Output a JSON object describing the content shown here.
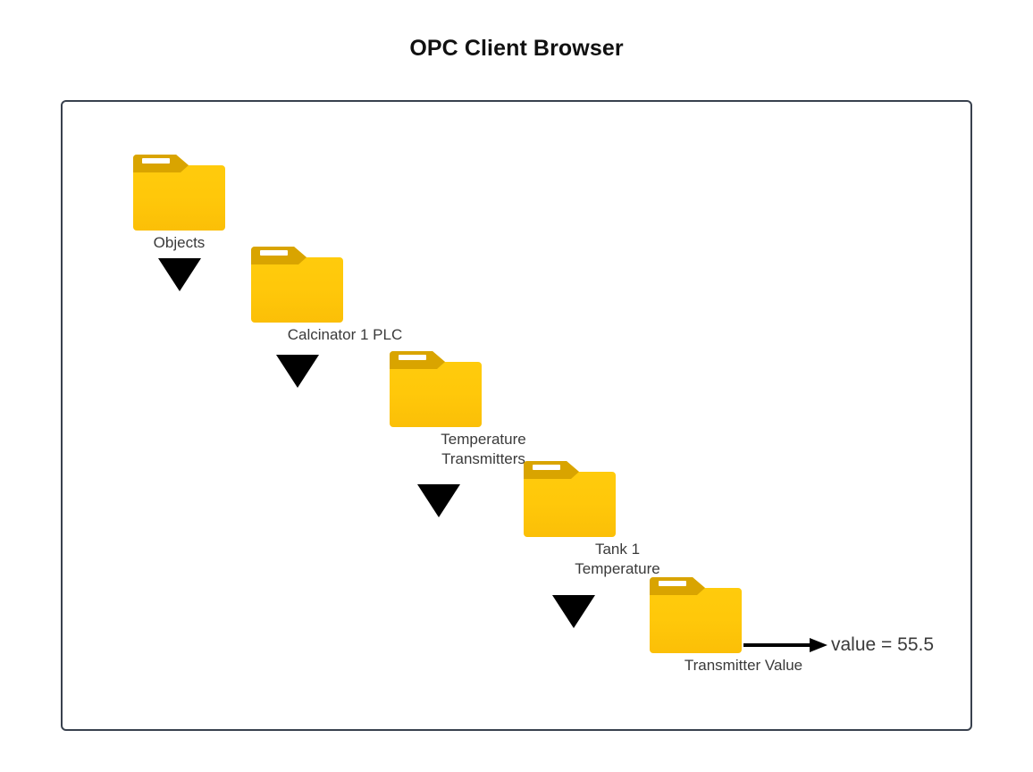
{
  "page": {
    "title": "OPC Client Browser",
    "background": "#ffffff"
  },
  "canvas": {
    "border_color": "#39414e",
    "background": "#ffffff"
  },
  "colors": {
    "folder_body": "#ffc80a",
    "folder_tab": "#d9a400",
    "folder_slot": "#ffffff",
    "arrow": "#000000",
    "label_text": "#3a3a3a",
    "title_text": "#111111"
  },
  "tree": {
    "nodes": [
      {
        "id": "objects",
        "icon": "folder-icon",
        "label": "Objects"
      },
      {
        "id": "calcinator-1-plc",
        "icon": "folder-icon",
        "label": "Calcinator 1 PLC"
      },
      {
        "id": "temperature-transmitters",
        "icon": "folder-icon",
        "label": "Temperature\nTransmitters"
      },
      {
        "id": "tank-1-temperature",
        "icon": "folder-icon",
        "label": "Tank 1\nTemperature"
      },
      {
        "id": "transmitter-value",
        "icon": "folder-icon",
        "label": "Transmitter Value"
      }
    ],
    "connectors": [
      {
        "from": "objects",
        "to": "calcinator-1-plc",
        "icon": "triangle-down-icon"
      },
      {
        "from": "calcinator-1-plc",
        "to": "temperature-transmitters",
        "icon": "triangle-down-icon"
      },
      {
        "from": "temperature-transmitters",
        "to": "tank-1-temperature",
        "icon": "triangle-down-icon"
      },
      {
        "from": "tank-1-temperature",
        "to": "transmitter-value",
        "icon": "triangle-down-icon"
      }
    ]
  },
  "annotation": {
    "arrow_icon": "arrow-right-icon",
    "text": "value = 55.5"
  }
}
